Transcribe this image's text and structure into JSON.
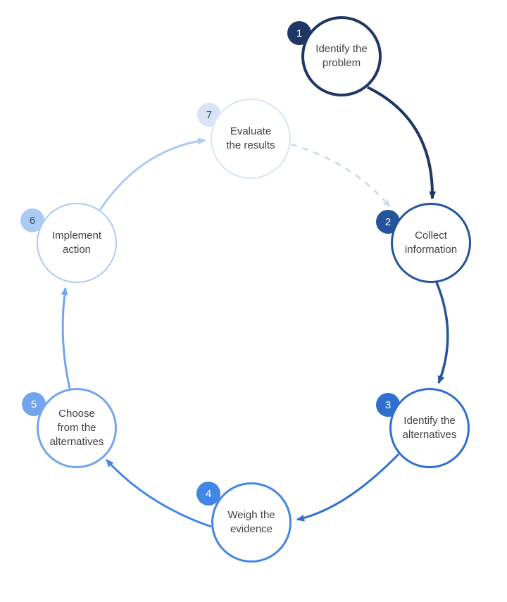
{
  "diagram": {
    "type": "cycle",
    "label_color": "#3e4043",
    "background": "#ffffff",
    "steps": [
      {
        "number": "1",
        "label": "Identify the\nproblem",
        "color": "#1e3765",
        "number_color": "#ffffff"
      },
      {
        "number": "2",
        "label": "Collect\ninformation",
        "color": "#24549c",
        "number_color": "#ffffff"
      },
      {
        "number": "3",
        "label": "Identify the\nalternatives",
        "color": "#2f6fd0",
        "number_color": "#ffffff"
      },
      {
        "number": "4",
        "label": "Weigh the\nevidence",
        "color": "#4287e5",
        "number_color": "#ffffff"
      },
      {
        "number": "5",
        "label": "Choose\nfrom the\nalternatives",
        "color": "#72a5ec",
        "number_color": "#ffffff"
      },
      {
        "number": "6",
        "label": "Implement\naction",
        "color": "#a9cbf4",
        "number_color": "#3d4754"
      },
      {
        "number": "7",
        "label": "Evaluate\nthe results",
        "color": "#d7e4f7",
        "number_color": "#3d4754"
      }
    ],
    "connections": [
      {
        "from": "1",
        "to": "2",
        "color": "#1e3765",
        "style": "solid"
      },
      {
        "from": "2",
        "to": "3",
        "color": "#24549c",
        "style": "solid"
      },
      {
        "from": "3",
        "to": "4",
        "color": "#2f6fd0",
        "style": "solid"
      },
      {
        "from": "4",
        "to": "5",
        "color": "#4287e5",
        "style": "solid"
      },
      {
        "from": "5",
        "to": "6",
        "color": "#72a5ec",
        "style": "solid"
      },
      {
        "from": "6",
        "to": "7",
        "color": "#a9cbf4",
        "style": "solid"
      },
      {
        "from": "7",
        "to": "2",
        "color": "#cfdeee",
        "style": "dashed"
      }
    ]
  }
}
